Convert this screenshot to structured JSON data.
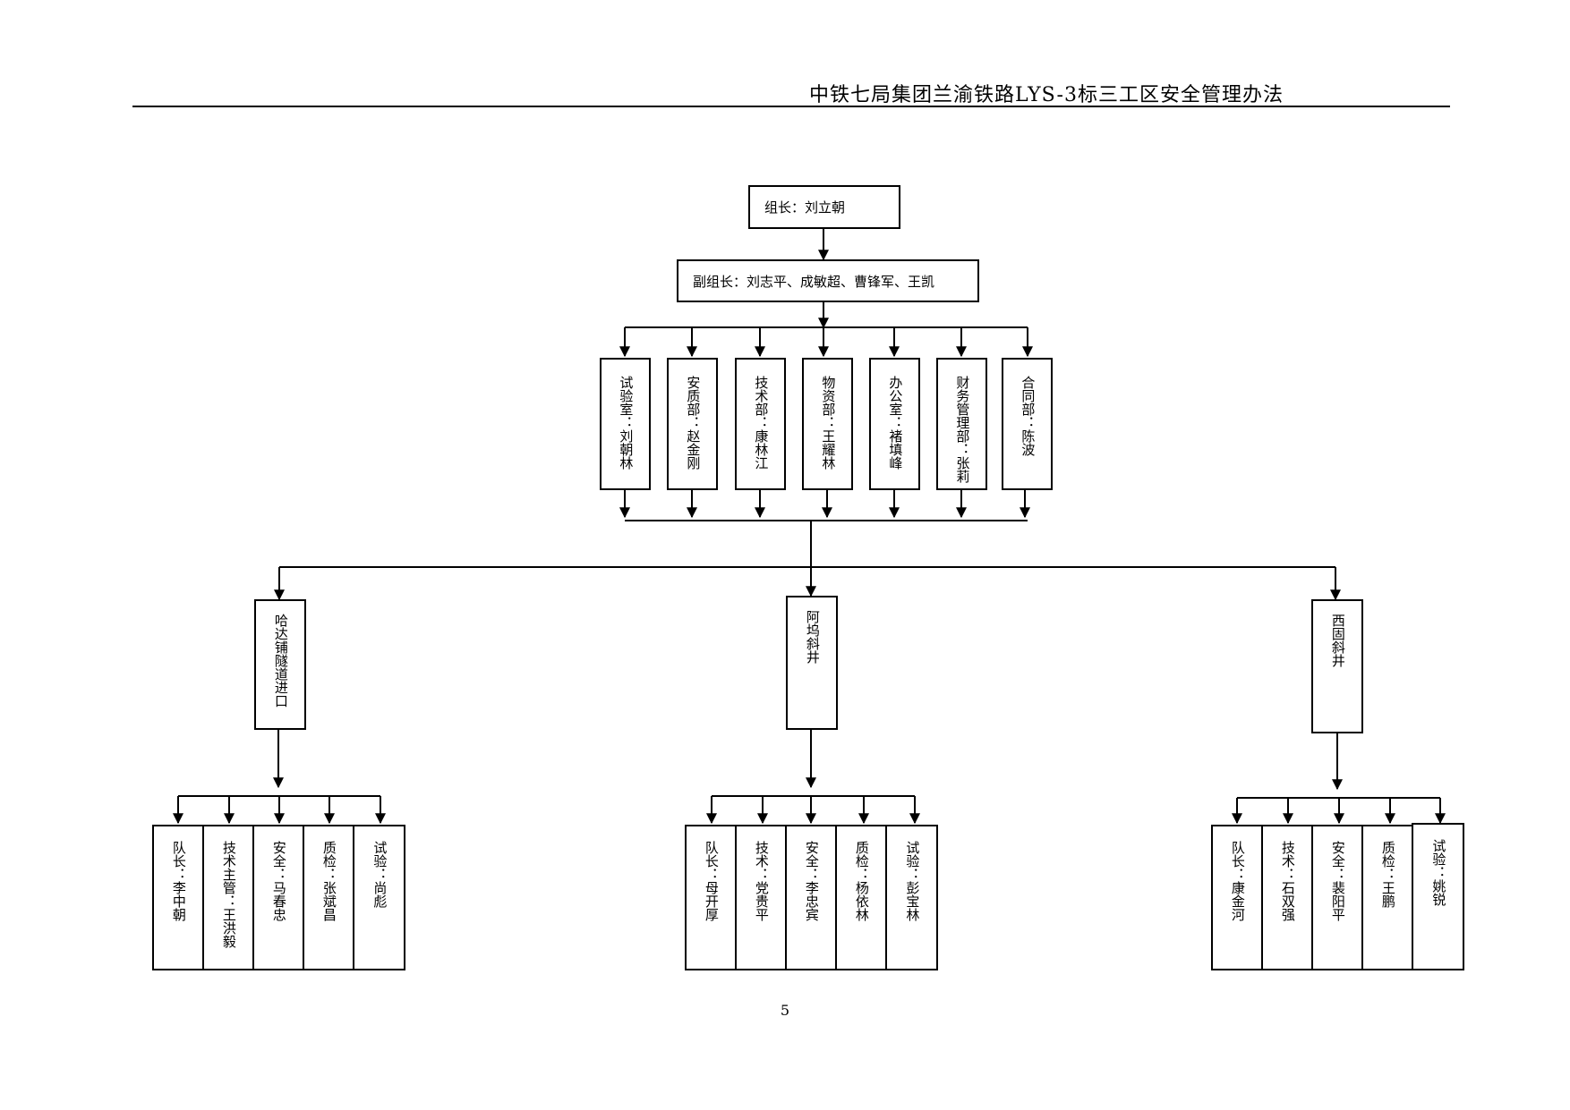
{
  "header": {
    "title": "中铁七局集团兰渝铁路LYS-3标三工区安全管理办法"
  },
  "org": {
    "leader": "组长：刘立朝",
    "deputy": "副组长：刘志平、成敏超、曹锋军、王凯",
    "departments": [
      "试验室：刘朝林",
      "安质部：赵金刚",
      "技术部：康林江",
      "物资部：王耀林",
      "办公室：褚填峰",
      "财务管理部：张莉",
      "合同部：陈波"
    ],
    "sites": [
      {
        "name": "哈达铺隧道进口",
        "members": [
          "队长：李中朝",
          "技术主管：王洪毅",
          "安全：马春忠",
          "质检：张斌昌",
          "试验：尚彪"
        ]
      },
      {
        "name": "阿坞斜井",
        "members": [
          "队长：母开厚",
          "技术：党贵平",
          "安全：李忠宾",
          "质检：杨依林",
          "试验：彭宝林"
        ]
      },
      {
        "name": "西固斜井",
        "members": [
          "队长：康金河",
          "技术：石双强",
          "安全：裴阳平",
          "质检：王鹏",
          "试验：姚锐"
        ]
      }
    ]
  },
  "footer": {
    "page_number": "5"
  }
}
